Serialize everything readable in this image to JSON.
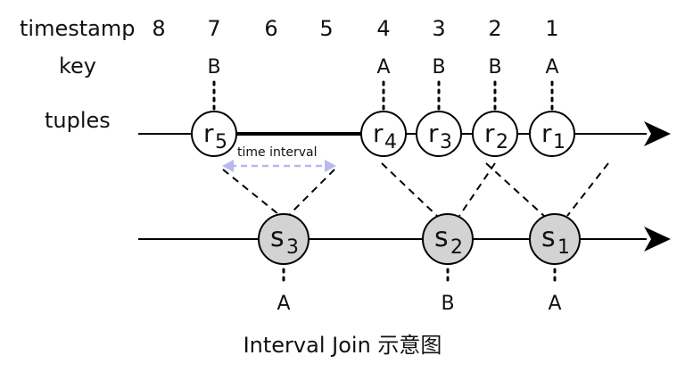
{
  "row_labels": {
    "timestamp": "timestamp",
    "key": "key",
    "tuples": "tuples"
  },
  "timestamps": [
    "8",
    "7",
    "6",
    "5",
    "4",
    "3",
    "2",
    "1"
  ],
  "r_stream": [
    {
      "base": "r",
      "sub": "5",
      "key": "B",
      "timestamp": 7
    },
    {
      "base": "r",
      "sub": "4",
      "key": "A",
      "timestamp": 4
    },
    {
      "base": "r",
      "sub": "3",
      "key": "B",
      "timestamp": 3
    },
    {
      "base": "r",
      "sub": "2",
      "key": "B",
      "timestamp": 2
    },
    {
      "base": "r",
      "sub": "1",
      "key": "A",
      "timestamp": 1
    }
  ],
  "s_stream": [
    {
      "base": "s",
      "sub": "3",
      "key": "A"
    },
    {
      "base": "s",
      "sub": "2",
      "key": "B"
    },
    {
      "base": "s",
      "sub": "1",
      "key": "A"
    }
  ],
  "interval_label": "time interval",
  "caption": "Interval Join 示意图",
  "colors": {
    "line": "#000000",
    "r_fill": "#ffffff",
    "s_fill": "#d3d3d3",
    "interval_arrow": "#b8b8ee"
  }
}
